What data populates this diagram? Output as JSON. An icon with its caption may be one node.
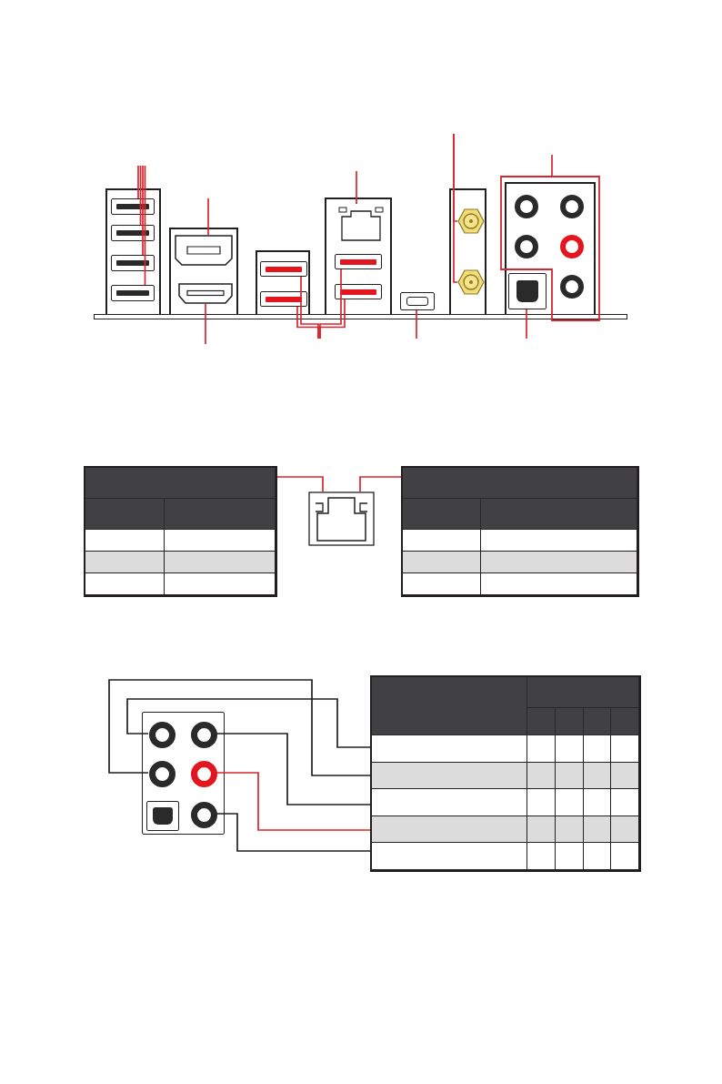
{
  "diagram": {
    "nodes": [
      {
        "text": [],
        "shape": "box"
      },
      {
        "text": [],
        "shape": "box"
      },
      {
        "text": [],
        "shape": "box"
      },
      {
        "text": [],
        "shape": "box"
      },
      {
        "text": [],
        "shape": "box"
      },
      {
        "text": [],
        "shape": "box"
      },
      {
        "text": [],
        "shape": "box"
      },
      {
        "text": [],
        "shape": "box"
      },
      {
        "text": [],
        "shape": "box"
      },
      {
        "text": [],
        "shape": "box"
      },
      {
        "text": [],
        "shape": "box"
      },
      {
        "text": [],
        "shape": "box"
      },
      {
        "text": [],
        "shape": "circle"
      },
      {
        "text": [],
        "shape": "circle"
      },
      {
        "text": [],
        "shape": "outline"
      },
      {
        "text": [],
        "shape": "box"
      },
      {
        "text": [],
        "shape": "table"
      },
      {
        "text": [],
        "shape": "box"
      },
      {
        "text": [],
        "shape": "table"
      },
      {
        "text": [],
        "shape": "box"
      },
      {
        "text": [],
        "shape": "circle",
        "in": 19
      },
      {
        "text": [],
        "shape": "circle",
        "in": 19
      },
      {
        "text": [],
        "shape": "circle",
        "in": 19
      },
      {
        "text": [],
        "shape": "circle",
        "in": 19
      },
      {
        "text": [],
        "shape": "box",
        "in": 19
      },
      {
        "text": [],
        "shape": "circle",
        "in": 19
      },
      {
        "text": [],
        "shape": "table"
      }
    ],
    "edges": [
      {
        "from": null,
        "to": 0,
        "arrow": "none"
      },
      {
        "from": null,
        "to": 1,
        "arrow": "none"
      },
      {
        "from": null,
        "to": 2,
        "arrow": "none"
      },
      {
        "from": null,
        "to": 3,
        "arrow": "none"
      },
      {
        "from": null,
        "to": 4,
        "arrow": "none"
      },
      {
        "from": null,
        "to": 5,
        "arrow": "none"
      },
      {
        "from": null,
        "to": 6,
        "arrow": "none"
      },
      {
        "from": null,
        "to": 7,
        "arrow": "none"
      },
      {
        "from": null,
        "to": 9,
        "arrow": "none"
      },
      {
        "from": null,
        "to": 10,
        "arrow": "none"
      },
      {
        "from": null,
        "to": 8,
        "arrow": "none"
      },
      {
        "from": null,
        "to": 11,
        "arrow": "none"
      },
      {
        "from": null,
        "to": 12,
        "arrow": "none"
      },
      {
        "from": null,
        "to": 13,
        "arrow": "none"
      },
      {
        "from": null,
        "to": 14,
        "arrow": "none"
      },
      {
        "from": null,
        "to": 15,
        "arrow": "none"
      },
      {
        "from": 16,
        "to": 17,
        "arrow": "none"
      },
      {
        "from": 18,
        "to": 17,
        "arrow": "none"
      },
      {
        "from": 20,
        "to": 26,
        "arrow": "none",
        "color": "#231f20"
      },
      {
        "from": 22,
        "to": 26,
        "arrow": "none",
        "color": "#231f20"
      },
      {
        "from": 21,
        "to": 26,
        "arrow": "none",
        "color": "#231f20"
      },
      {
        "from": 23,
        "to": 26,
        "arrow": "none"
      },
      {
        "from": 25,
        "to": 26,
        "arrow": "none",
        "color": "#231f20"
      }
    ]
  }
}
